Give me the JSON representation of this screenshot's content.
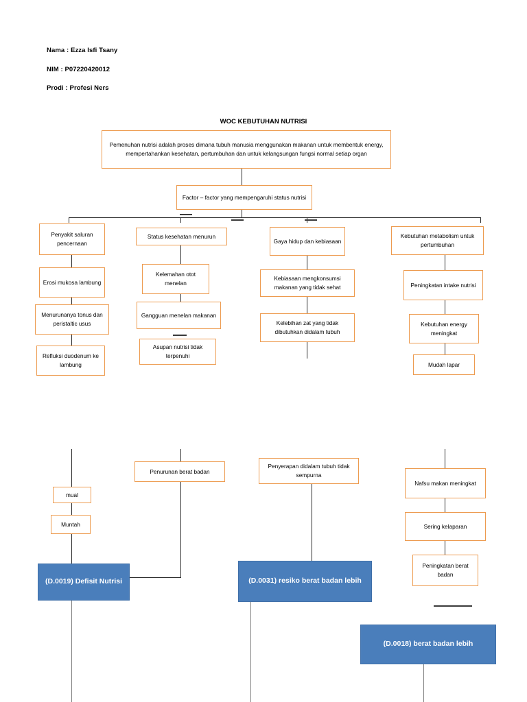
{
  "header": {
    "name_line": "Nama : Ezza Isfi Tsany",
    "nim_line": "NIM : P07220420012",
    "prodi_line": "Prodi : Profesi Ners"
  },
  "title": "WOC KEBUTUHAN NUTRISI",
  "nodes": {
    "intro": "Pemenuhan nutrisi adalah proses dimana tubuh manusia menggunakan makanan untuk membentuk energy, mempertahankan kesehatan, pertumbuhan dan untuk kelangsungan fungsi normal setiap organ",
    "factors": "Factor – factor yang mempengaruhi status nutrisi",
    "col1": {
      "b1": "Penyakit saluran pencernaan",
      "b2": "Erosi mukosa lambung",
      "b3": "Menurunanya tonus dan peristaltic usus",
      "b4": "Refluksi duodenum ke lambung"
    },
    "col2": {
      "b1": "Status kesehatan menurun",
      "b2": "Kelemahan otot menelan",
      "b3": "Gangguan menelan makanan",
      "b4": "Asupan nutrisi tidak terpenuhi"
    },
    "col3": {
      "b1": "Gaya hidup dan kebiasaan",
      "b2": "Kebiasaan mengkonsumsi makanan yang tidak sehat",
      "b3": "Kelebihan zat yang tidak dibutuhkan didalam tubuh"
    },
    "col4": {
      "b1": "Kebutuhan metabolism untuk pertumbuhan",
      "b2": "Peningkatan intake nutrisi",
      "b3": "Kebutuhan energy meningkat",
      "b4": "Mudah lapar"
    },
    "lower": {
      "mual": "mual",
      "muntah": "Muntah",
      "penurunan_bb": "Penurunan berat badan",
      "penyerapan": "Penyerapan didalam tubuh tidak sempurna",
      "nafsu_makan": "Nafsu makan meningkat",
      "sering_kelaparan": "Sering kelaparan",
      "peningkatan_bb": "Peningkatan berat badan"
    },
    "diagnoses": {
      "d0019": "(D.0019) Defisit Nutrisi",
      "d0031": "(D.0031) resiko berat badan lebih",
      "d0018": "(D.0018) berat badan lebih"
    }
  },
  "colors": {
    "box_border": "#ED9B4F",
    "diagnosis_fill": "#4A7EBB",
    "connector": "#2b2b2b",
    "text": "#000000"
  }
}
